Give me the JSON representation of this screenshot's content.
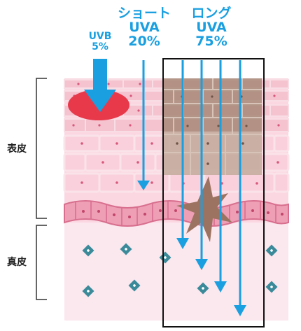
{
  "labels": {
    "uvb_name": "UVB",
    "uvb_percent": "5%",
    "short_uva_kana": "ショート",
    "short_uva_name": "UVA",
    "short_uva_percent": "20%",
    "long_uva_kana": "ロング",
    "long_uva_name": "UVA",
    "long_uva_percent": "75%"
  },
  "side_labels": {
    "epidermis": "表皮",
    "dermis": "真皮"
  },
  "colors": {
    "arrow": "#1a9fe0",
    "uvb_burn": "#e8394b",
    "melanocyte": "#9c7360",
    "diamond_fill": "#3a8a9a",
    "skin_light": "#fde4ea",
    "skin_mid": "#f7c5d3",
    "skin_dark": "#eb9cb2"
  }
}
